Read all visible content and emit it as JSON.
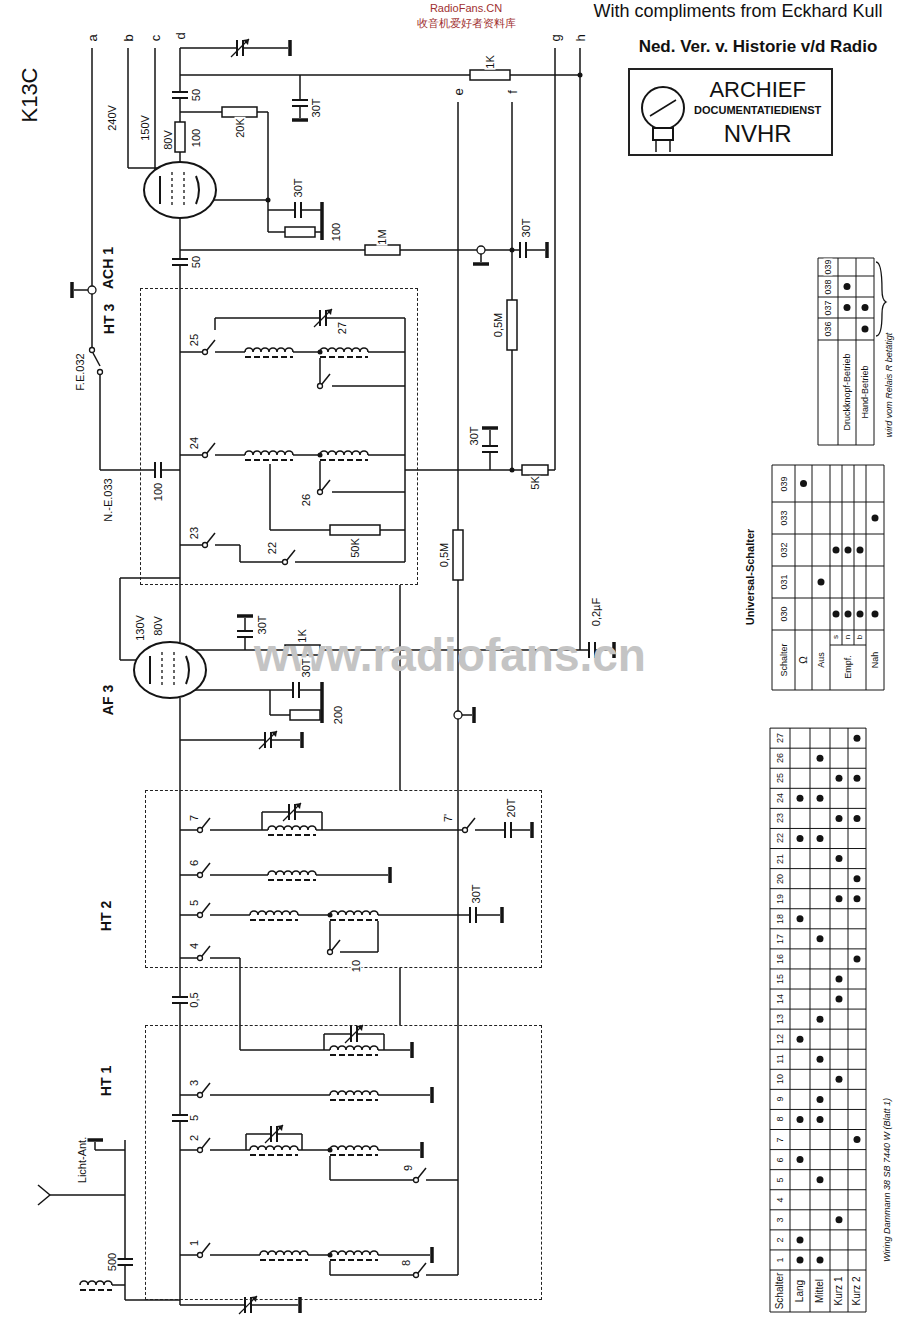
{
  "diagram": {
    "nodes": [
      {
        "text": [
          "ARCHIEF",
          "DOCUMENTATIEDIENST",
          "NVHR"
        ]
      },
      {
        "text": [
          "HT 3"
        ]
      },
      {
        "text": [
          "HT 2"
        ]
      },
      {
        "text": [
          "HT 1"
        ]
      }
    ],
    "edges": [
      {
        "from": 1,
        "to": 2,
        "arrow": "none"
      },
      {
        "from": 2,
        "to": 3,
        "arrow": "none"
      }
    ],
    "labels": [
      "RadioFans.CN",
      "收音机爱好者资料库",
      "With compliments from Eckhard Kull",
      "Ned. Ver. v. Historie v/d Radio",
      "www.radiofans.cn",
      "K13C",
      "a",
      "b",
      "c",
      "d",
      "e",
      "f",
      "g",
      "h",
      "ACH 1",
      "240V",
      "150V",
      "80V",
      "50",
      "100",
      "20K",
      "30T",
      "30T",
      "100",
      "1K",
      "0,5M",
      "1M",
      "30T",
      "50",
      "F.E.032",
      "N.-E.033",
      "100",
      "25",
      "27",
      "24",
      "26",
      "23",
      "22",
      "50K",
      "30T",
      "5K",
      "0,5M",
      "AF 3",
      "130V",
      "80V",
      "30T",
      "1K",
      "30T",
      "200",
      "0,2µF",
      "7",
      "6",
      "5",
      "4",
      "10",
      "7'",
      "20T",
      "30T",
      "0,5",
      "3",
      "2",
      "1",
      "9",
      "8",
      "5",
      "Licht-Ant.",
      "500",
      "Schalter",
      "1",
      "2",
      "3",
      "4",
      "5",
      "6",
      "7",
      "8",
      "9",
      "10",
      "11",
      "12",
      "13",
      "14",
      "15",
      "16",
      "17",
      "18",
      "19",
      "20",
      "21",
      "22",
      "23",
      "24",
      "25",
      "26",
      "27",
      "Lang",
      "Mittel",
      "Kurz 1",
      "Kurz 2",
      "Wiring Dammann 38 SB 7440 W (Blatt 1)",
      "Universal-Schalter",
      "Schalter",
      "030",
      "031",
      "032",
      "033",
      "039",
      "Ω",
      "Aus",
      "Empf.",
      "s",
      "n",
      "b",
      "Nah",
      "036",
      "037",
      "038",
      "039",
      "Druckknopf-Betrieb",
      "Hand-Betrieb",
      "wird vom Relais R betätigt"
    ]
  }
}
